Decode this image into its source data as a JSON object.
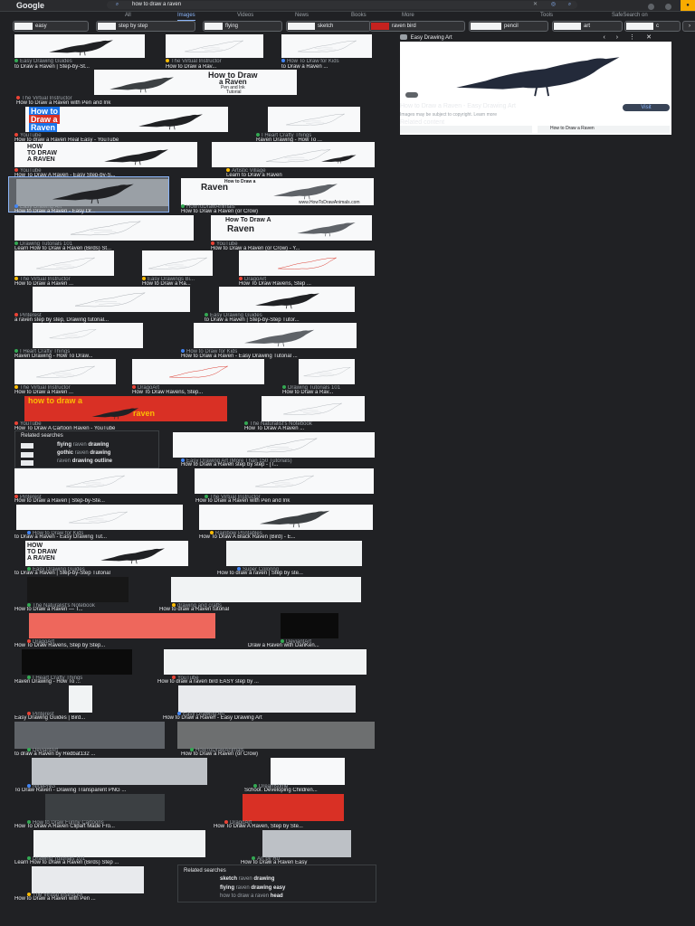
{
  "header": {
    "logo": "Google",
    "query": "how to draw a raven"
  },
  "tabs": [
    {
      "label": "All",
      "active": false
    },
    {
      "label": "Images",
      "active": true
    },
    {
      "label": "Videos",
      "active": false
    },
    {
      "label": "News",
      "active": false
    },
    {
      "label": "Books",
      "active": false
    },
    {
      "label": "More",
      "active": false
    }
  ],
  "tools_label": "Tools",
  "safesearch_label": "SafeSearch on",
  "chips": [
    "easy",
    "step by step",
    "flying",
    "sketch",
    "raven bird",
    "pencil",
    "art"
  ],
  "results": [
    {
      "cap1": "Easy Drawing Guides",
      "cap2": "to Draw a Raven | Step-by-St..."
    },
    {
      "cap1": "The Virtual Instructor",
      "cap2": "How to Draw a Rav..."
    },
    {
      "cap1": "How To Draw for Kids",
      "cap2": "to Draw a Raven ..."
    },
    {
      "cap1": "The Virtual Instructor",
      "cap2": "How to Draw a Raven with Pen and Ink",
      "overlay": [
        "How to Draw",
        "a Raven",
        "Pen and Ink",
        "Tutorial"
      ]
    },
    {
      "cap1": "YouTube",
      "cap2": "How to draw a Raven Real Easy - YouTube",
      "overlay": [
        "How to",
        "Draw a",
        "Raven"
      ]
    },
    {
      "cap1": "I Heart Crafty Things",
      "cap2": "Raven Drawing - How To ..."
    },
    {
      "cap1": "YouTube",
      "cap2": "How To Draw A Raven - Easy Step-by-S...",
      "overlay": [
        "HOW",
        "TO DRAW",
        "A RAVEN"
      ]
    },
    {
      "cap1": "Artistic Village",
      "cap2": "Learn to Draw a Raven"
    },
    {
      "cap1": "Easy Drawing Art",
      "cap2": "How to Draw a Raven - Easy Dr..."
    },
    {
      "cap1": "HowToDrawAnimals",
      "cap2": "How to Draw a Raven (or Crow)",
      "overlay": [
        "How to Draw a",
        "Raven",
        "www.HowToDrawAnimals.com"
      ]
    },
    {
      "cap1": "Drawing Tutorials 101",
      "cap2": "Learn How to Draw a Raven (Birds) St..."
    },
    {
      "cap1": "YouTube",
      "cap2": "How to Draw a Raven (or Crow) - Y...",
      "overlay": [
        "How To Draw A",
        "Raven"
      ]
    },
    {
      "cap1": "The Virtual Instructor",
      "cap2": "How to Draw a Raven ..."
    },
    {
      "cap1": "Easy Drawings Bi...",
      "cap2": "How to Draw a Ra..."
    },
    {
      "cap1": "DragoArt",
      "cap2": "How To Draw Ravens, Step ..."
    },
    {
      "cap1": "Pinterest",
      "cap2": "a raven step by step, Drawing tutorial..."
    },
    {
      "cap1": "Easy Drawing Guides",
      "cap2": "to Draw a Raven | Step-by-Step Tutor..."
    },
    {
      "cap1": "I Heart Crafty Things",
      "cap2": "Raven Drawing - How To Draw..."
    },
    {
      "cap1": "How to Draw for Kids",
      "cap2": "How to Draw a Raven - Easy Drawing Tutorial ..."
    },
    {
      "cap1": "The Virtual Instructor",
      "cap2": "How to Draw a Raven ..."
    },
    {
      "cap1": "DragoArt",
      "cap2": "How To Draw Ravens, Step..."
    },
    {
      "cap1": "Drawing Tutorials 101",
      "cap2": "How to Draw a Rav..."
    },
    {
      "cap1": "YouTube",
      "cap2": "How To Draw A Cartoon Raven - YouTube",
      "overlay": [
        "how to draw a",
        "raven"
      ]
    },
    {
      "cap1": "The Naturalist's Notebook",
      "cap2": "How To Draw A Raven ..."
    },
    {
      "cap1": "Easy Drawing Art (More Than 150 Tutorials)",
      "cap2": "How to Draw a Raven step by step - [T..."
    },
    {
      "cap1": "Pinterest",
      "cap2": "How to Draw a Raven | Step-by-Ste..."
    },
    {
      "cap1": "The Virtual Instructor",
      "cap2": "How to Draw a Raven with Pen and Ink"
    },
    {
      "cap1": "How to Draw for Kids",
      "cap2": "to Draw a Raven - Easy Drawing Tut..."
    },
    {
      "cap1": "Rainbow Printables",
      "cap2": "How To Draw A Black Raven (Bird) - E..."
    },
    {
      "cap1": "Easy Drawing Guides",
      "cap2": "to Draw a Raven | Step-by-Step Tutorial",
      "overlay": [
        "HOW",
        "TO DRAW",
        "A RAVEN"
      ]
    },
    {
      "cap1": "Super Coloring",
      "cap2": "How to draw a raven | Step by ste..."
    },
    {
      "cap1": "The Naturalist's Notebook",
      "cap2": "How to Draw a Raven — T..."
    },
    {
      "cap1": "drawing and crafts",
      "cap2": "How to draw a Raven tutorial"
    },
    {
      "cap1": "DragoArt",
      "cap2": "How To Draw Ravens, Step by Step..."
    },
    {
      "cap1": "DeviantArt",
      "cap2": "Draw a Raven with DanKen..."
    },
    {
      "cap1": "I Heart Crafty Things",
      "cap2": "Raven Drawing - How To ..."
    },
    {
      "cap1": "YouTube",
      "cap2": "How to draw a raven bird EASY step by ..."
    },
    {
      "cap1": "Pinterest",
      "cap2": "Easy Drawing Guides | Bird..."
    },
    {
      "cap1": "Easy Drawing Art",
      "cap2": "How to Draw a Raven - Easy Drawing Art"
    },
    {
      "cap1": "DeviantArt",
      "cap2": "to draw a Raven by Redbat132 ..."
    },
    {
      "cap1": "HowToDrawAnimals",
      "cap2": "How to Draw a Raven (or Crow)"
    },
    {
      "cap1": "NicePNG",
      "cap2": "To Draw Raven - Drawing Transparent PNG ..."
    },
    {
      "cap1": "Dreamstime",
      "cap2": "School. Developing Children..."
    },
    {
      "cap1": "How to Draw Funny Cartoons",
      "cap2": "How To Draw A Raven Clipart Made Fro..."
    },
    {
      "cap1": "DragoArt",
      "cap2": "How To Draw A Raven, Step by Ste..."
    },
    {
      "cap1": "Drawing Tutorials 101",
      "cap2": "Learn How to Draw a Raven (Birds) Step ..."
    },
    {
      "cap1": "Art by Ro",
      "cap2": "How to Draw a Raven Easy"
    },
    {
      "cap1": "The Virtual Instructor",
      "cap2": "How to Draw a Raven with Pen ..."
    }
  ],
  "related_searches_1": {
    "title": "Related searches",
    "items": [
      {
        "bold": "flying",
        "light": " raven ",
        "bold2": "drawing"
      },
      {
        "bold": "gothic",
        "light": " raven ",
        "bold2": "drawing"
      },
      {
        "bold": "",
        "light": "raven ",
        "bold2": "drawing outline"
      }
    ]
  },
  "related_searches_2": {
    "title": "Related searches",
    "items": [
      {
        "bold": "sketch",
        "light": " raven ",
        "bold2": "drawing"
      },
      {
        "bold": "flying",
        "light": " raven ",
        "bold2": "drawing easy"
      },
      {
        "bold": "",
        "light": "how to draw a raven ",
        "bold2": "head"
      }
    ]
  },
  "panel": {
    "source": "Easy Drawing Art",
    "title": "How to Draw a Raven - Easy Drawing Art",
    "copyright": "Images may be subject to copyright. Learn more",
    "visit": "Visit",
    "related": "Related content",
    "related_thumb": "How to Draw a Raven"
  },
  "colors": {
    "bg": "#202124",
    "accent": "#8ab4f8",
    "raven": "#1f1f1f",
    "raven_panel": "#232a3a"
  }
}
